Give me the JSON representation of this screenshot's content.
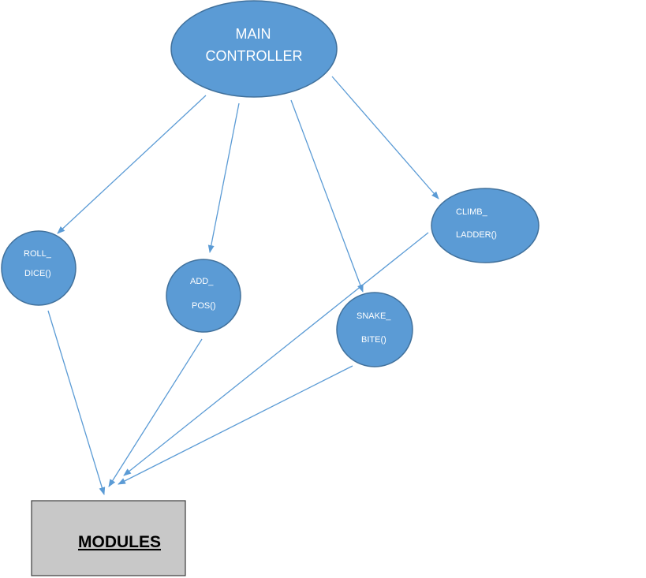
{
  "diagram": {
    "main": {
      "line1": "MAIN",
      "line2": "CONTROLLER"
    },
    "roll_dice": {
      "line1": "ROLL_",
      "line2": "DICE()"
    },
    "add_pos": {
      "line1": "ADD_",
      "line2": "POS()"
    },
    "snake_bite": {
      "line1": "SNAKE_",
      "line2": "BITE()"
    },
    "climb_ladder": {
      "line1": "CLIMB_",
      "line2": "LADDER()"
    },
    "modules": {
      "label": "MODULES"
    },
    "colors": {
      "node_fill": "#5b9bd5",
      "node_stroke": "#41719c",
      "arrow": "#5b9bd5",
      "box_fill": "#c8c8c8",
      "box_stroke": "#3c3c3c"
    }
  }
}
